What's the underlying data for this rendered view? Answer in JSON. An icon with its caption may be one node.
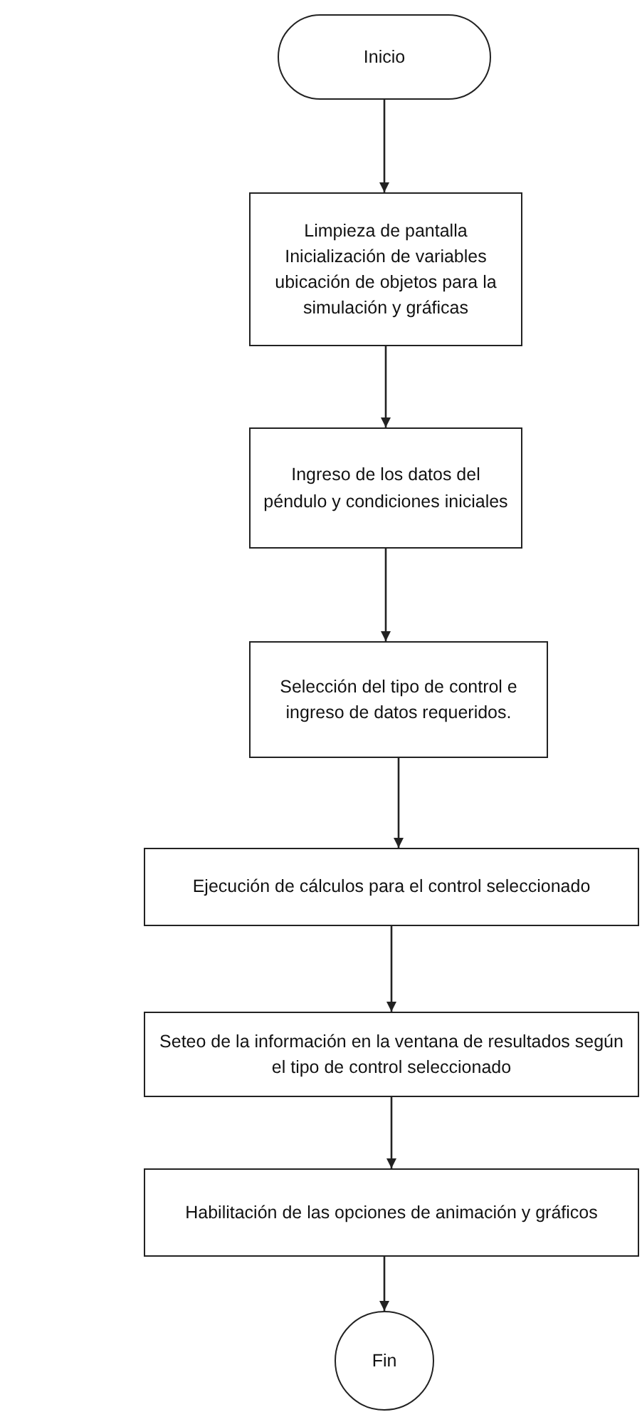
{
  "diagram": {
    "nodes": [
      {
        "text": [
          "Inicio"
        ]
      },
      {
        "text": [
          "Limpieza de pantalla Inicialización de variables ubicación de objetos para la simulación y gráficas"
        ]
      },
      {
        "text": [
          "Ingreso de los datos del péndulo y condiciones iniciales"
        ]
      },
      {
        "text": [
          "Selección del tipo de control e ingreso de datos requeridos."
        ]
      },
      {
        "text": [
          "Ejecución de cálculos para el control seleccionado"
        ]
      },
      {
        "text": [
          "Seteo de la información en la ventana de resultados según el tipo de control seleccionado"
        ]
      },
      {
        "text": [
          "Habilitación de las opciones de animación y gráficos"
        ]
      },
      {
        "text": [
          "Fin"
        ]
      }
    ],
    "edges": [
      {
        "from": 0,
        "to": 1,
        "arrow": "to"
      },
      {
        "from": 1,
        "to": 2,
        "arrow": "to"
      },
      {
        "from": 2,
        "to": 3,
        "arrow": "to"
      },
      {
        "from": 3,
        "to": 4,
        "arrow": "to"
      },
      {
        "from": 4,
        "to": 5,
        "arrow": "to"
      },
      {
        "from": 5,
        "to": 6,
        "arrow": "to"
      },
      {
        "from": 6,
        "to": 7,
        "arrow": "to"
      }
    ]
  }
}
